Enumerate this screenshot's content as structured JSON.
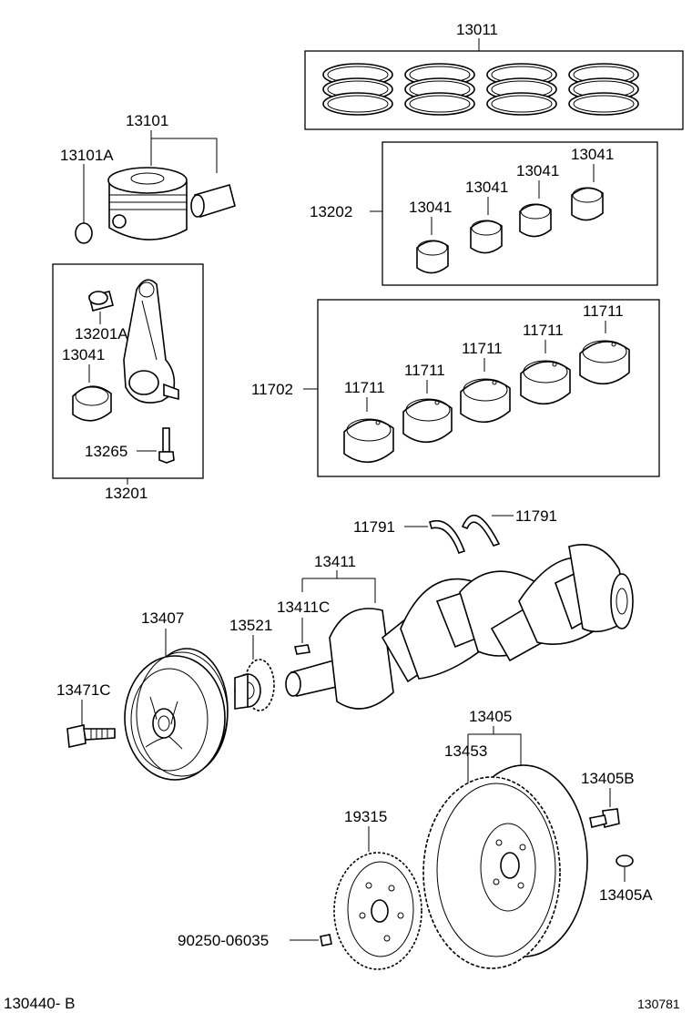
{
  "labels": {
    "l13011": "13011",
    "l13101": "13101",
    "l13101A": "13101A",
    "l13202": "13202",
    "l13041a": "13041",
    "l13041b": "13041",
    "l13041c": "13041",
    "l13041d": "13041",
    "l13201A": "13201A",
    "l13041e": "13041",
    "l13265": "13265",
    "l13201": "13201",
    "l11702": "11702",
    "l11711a": "11711",
    "l11711b": "11711",
    "l11711c": "11711",
    "l11711d": "11711",
    "l11711e": "11711",
    "l11791a": "11791",
    "l11791b": "11791",
    "l13411": "13411",
    "l13411C": "13411C",
    "l13407": "13407",
    "l13521": "13521",
    "l13471C": "13471C",
    "l13405": "13405",
    "l13453": "13453",
    "l13405B": "13405B",
    "l19315": "19315",
    "l13405A": "13405A",
    "l90250": "90250-06035",
    "footer_left": "130440- B",
    "footer_right": "130781"
  }
}
